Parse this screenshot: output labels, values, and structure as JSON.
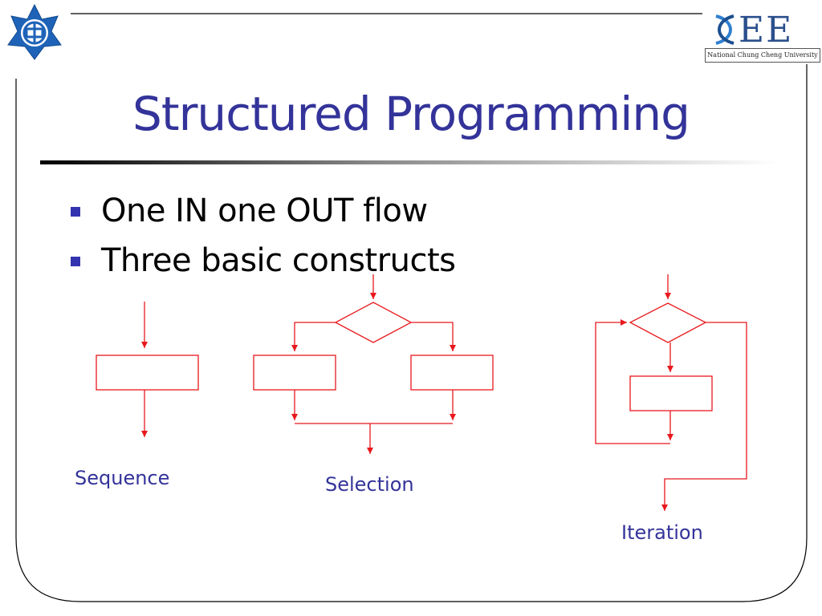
{
  "slide": {
    "title": "Structured Programming",
    "bullets": [
      {
        "text": "One IN one OUT flow"
      },
      {
        "text": "Three basic constructs"
      }
    ]
  },
  "diagram": {
    "captions": {
      "sequence": "Sequence",
      "selection": "Selection",
      "iteration": "Iteration"
    },
    "line_color": "#e8181c"
  },
  "logos": {
    "left_icon": "university-emblem-icon",
    "right_text": "EE",
    "right_subtitle": "National Chung Cheng University"
  },
  "colors": {
    "title": "#33339a",
    "bullet_marker": "#3333b0",
    "caption": "#33339a",
    "frame": "#000000"
  }
}
